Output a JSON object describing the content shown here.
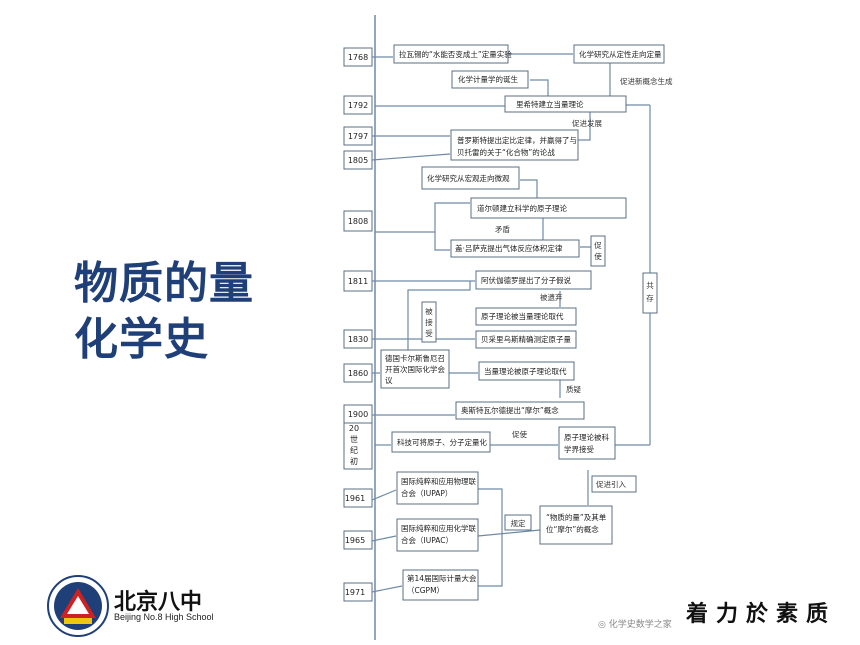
{
  "title_lines": [
    "物质的量",
    "化学史"
  ],
  "school": {
    "name_cn": "北京八中",
    "name_en": "Beijing No.8 High School"
  },
  "slogan": "着力於素质",
  "watermark": "化学史数学之家",
  "years": [
    "1768",
    "1792",
    "1797",
    "1805",
    "1808",
    "1811",
    "1830",
    "1860",
    "1900",
    "20世纪初",
    "1961",
    "1965",
    "1971"
  ],
  "events": {
    "lavoisier": "拉瓦锡的“水能否变成土”定量实验",
    "qual_to_quant": "化学研究从定性走向定量",
    "stoichiometry": "化学计量学的诞生",
    "richter": "里希特建立当量理论",
    "proust_1": "普罗斯特提出定比定律，并赢得了与",
    "proust_2": "贝托雷的关于“化合物”的论战",
    "macro_to_micro": "化学研究从宏观走向微观",
    "dalton": "道尔顿建立科学的原子理论",
    "gay_lussac": "盖·吕萨克提出气体反应体积定律",
    "avogadro": "阿伏伽德罗提出了分子假说",
    "atomic_replaced": "原子理论被当量理论取代",
    "berzelius": "贝采里乌斯精确测定原子量",
    "karlsruhe_1": "德国卡尔斯鲁厄召",
    "karlsruhe_2": "开首次国际化学会",
    "karlsruhe_3": "议",
    "equiv_replaced": "当量理论被原子理论取代",
    "ostwald": "奥斯特瓦尔德提出“摩尔”概念",
    "tech_1": "科技可将原子、分子定量化",
    "accepted_1": "原子理论被科",
    "accepted_2": "学界接受",
    "iupap_1": "国际纯粹和应用物理联",
    "iupap_2": "合会（IUPAP）",
    "iupac_1": "国际纯粹和应用化学联",
    "iupac_2": "合会（IUPAC）",
    "cgpm_1": "第14届国际计量大会",
    "cgpm_2": "（CGPM）",
    "mole_1": "“物质的量”及其单",
    "mole_2": "位“摩尔”的概念"
  },
  "annotations": {
    "promote_new": "促进新概念生成",
    "promote_dev": "促进发展",
    "contradiction": "矛盾",
    "promote": "促使",
    "coexist": "共存",
    "rejected": "被遗弃",
    "accepted": "被接受",
    "questioned": "质疑",
    "promote2": "促使",
    "introduce": "促进引入",
    "define": "规定"
  }
}
